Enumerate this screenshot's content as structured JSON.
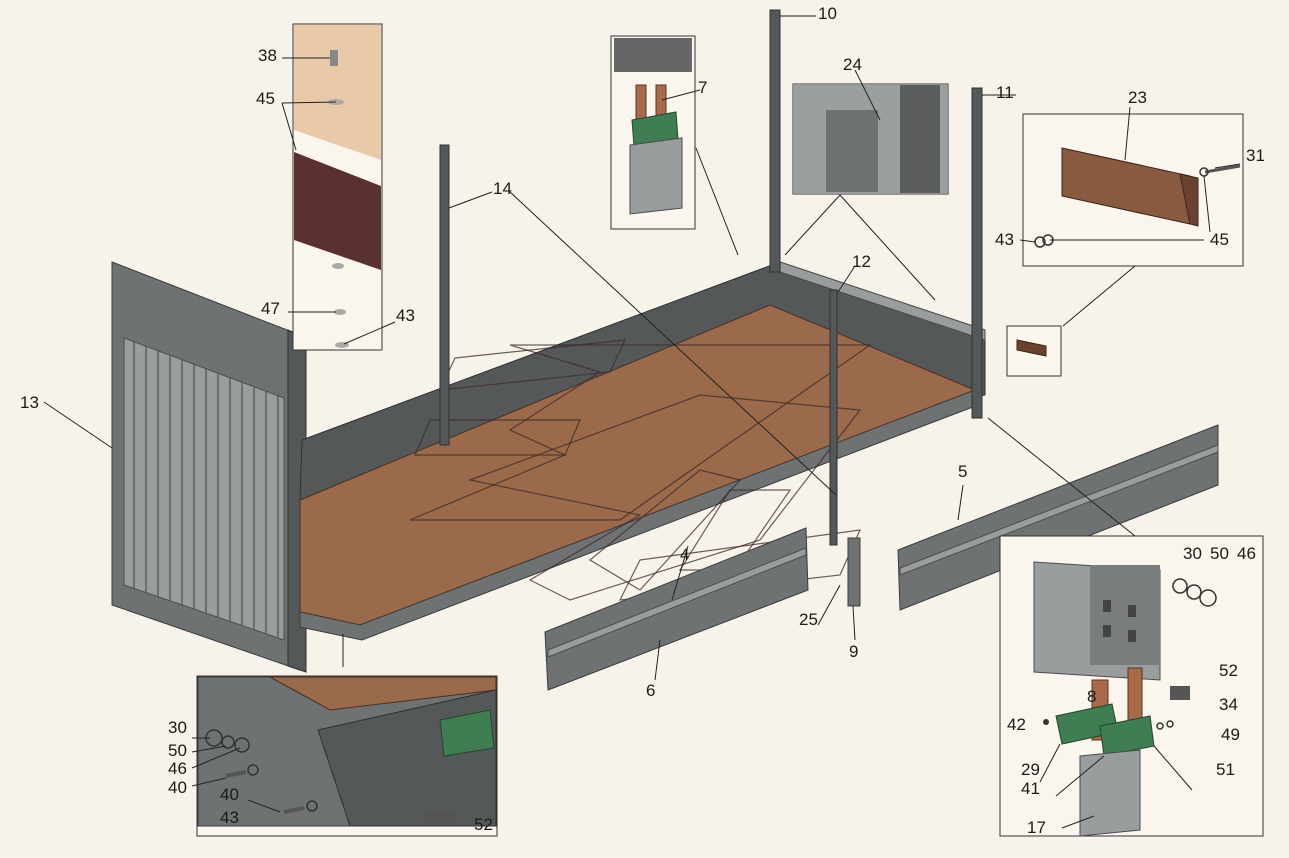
{
  "diagram": {
    "part_labels": {
      "l10": "10",
      "l11": "11",
      "l7": "7",
      "l24": "24",
      "l23": "23",
      "l31": "31",
      "l43a": "43",
      "l45a": "45",
      "l38": "38",
      "l45b": "45",
      "l14": "14",
      "l12": "12",
      "l47": "47",
      "l43b": "43",
      "l13": "13",
      "l5": "5",
      "l4": "4",
      "l25": "25",
      "l9": "9",
      "l6": "6",
      "l30a": "30",
      "l50a": "50",
      "l46a": "46",
      "l40a": "40",
      "l40b": "40",
      "l43c": "43",
      "l52a": "52",
      "l30b": "30",
      "l50b": "50",
      "l46b": "46",
      "l52b": "52",
      "l8": "8",
      "l34": "34",
      "l42": "42",
      "l49": "49",
      "l29": "29",
      "l51": "51",
      "l41": "41",
      "l17": "17"
    },
    "colors": {
      "background": "#f8f3ea",
      "metal": "#6f7273",
      "floor": "#9a6a4a",
      "green_bracket": "#3f7d52",
      "copper_hinge": "#a86a48"
    }
  }
}
